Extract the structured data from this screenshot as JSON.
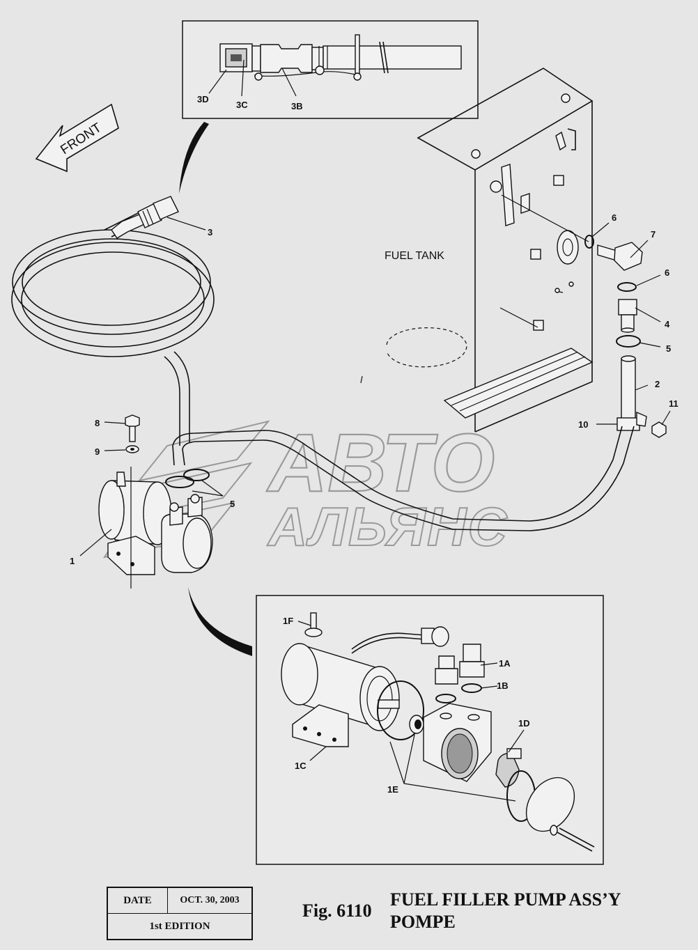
{
  "diagram": {
    "front_label": "FRONT",
    "fuel_tank_label": "FUEL TANK",
    "watermark": {
      "line1": "АВТО",
      "line2": "АЛЬЯНС"
    },
    "callouts": {
      "c1": "1",
      "c1A": "1A",
      "c1B": "1B",
      "c1C": "1C",
      "c1D": "1D",
      "c1E": "1E",
      "c1F": "1F",
      "c2": "2",
      "c3": "3",
      "c3B": "3B",
      "c3C": "3C",
      "c3D": "3D",
      "c4": "4",
      "c5a": "5",
      "c5b": "5",
      "c6a": "6",
      "c6b": "6",
      "c7": "7",
      "c8": "8",
      "c9": "9",
      "c10": "10",
      "c11": "11"
    }
  },
  "title_block": {
    "date_label": "DATE",
    "date_value": "OCT. 30, 2003",
    "edition": "1st EDITION"
  },
  "figure": {
    "number": "Fig. 6110",
    "title_line1": "FUEL FILLER PUMP ASS’Y",
    "title_line2": "POMPE"
  }
}
